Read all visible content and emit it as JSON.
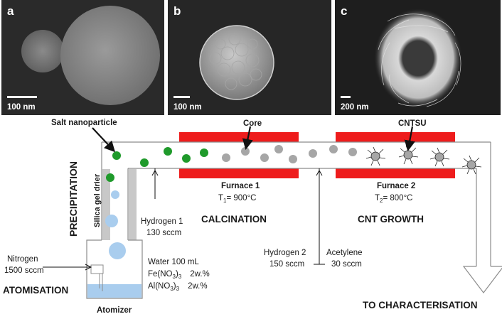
{
  "panels": [
    {
      "letter": "a",
      "scale": "100 nm"
    },
    {
      "letter": "b",
      "scale": "100 nm"
    },
    {
      "letter": "c",
      "scale": "200 nm"
    }
  ],
  "labels": {
    "salt_nanoparticle": "Salt nanoparticle",
    "core": "Core",
    "cntsu": "CNTSU",
    "precipitation": "PRECIPITATION",
    "silica_gel_drier": "Silica gel drier",
    "furnace1_name": "Furnace 1",
    "furnace1_temp_prefix": "T",
    "furnace1_temp_sub": "1",
    "furnace1_temp_value": "= 900°C",
    "furnace2_name": "Furnace 2",
    "furnace2_temp_prefix": "T",
    "furnace2_temp_sub": "2",
    "furnace2_temp_value": "= 800°C",
    "hydrogen1_name": "Hydrogen 1",
    "hydrogen1_flow": "130 sccm",
    "calcination": "CALCINATION",
    "cnt_growth": "CNT GROWTH",
    "hydrogen2_name": "Hydrogen 2",
    "hydrogen2_flow": "150 sccm",
    "acetylene_name": "Acetylene",
    "acetylene_flow": "30 sccm",
    "nitrogen_name": "Nitrogen",
    "nitrogen_flow": "1500 sccm",
    "atomisation": "ATOMISATION",
    "water": "Water 100 mL",
    "fe_pre": "Fe(NO",
    "fe_sub": "3",
    "fe_post": ")",
    "fe_sub2": "3",
    "fe_amt": "2w.%",
    "al_pre": "Al(NO",
    "al_sub": "3",
    "al_post": ")",
    "al_sub2": "3",
    "al_amt": "2w.%",
    "atomizer": "Atomizer",
    "to_characterisation": "TO CHARACTERISATION"
  },
  "colors": {
    "furnace": "#ee1c1c",
    "salt_particle": "#1f9a2b",
    "core_particle": "#a6a6a6",
    "droplet": "#a9cdee",
    "water": "#a9cdee",
    "drier": "#c8c8c8",
    "tube": "#8c8c8c",
    "micrograph_bg": "#2a2a2a"
  }
}
